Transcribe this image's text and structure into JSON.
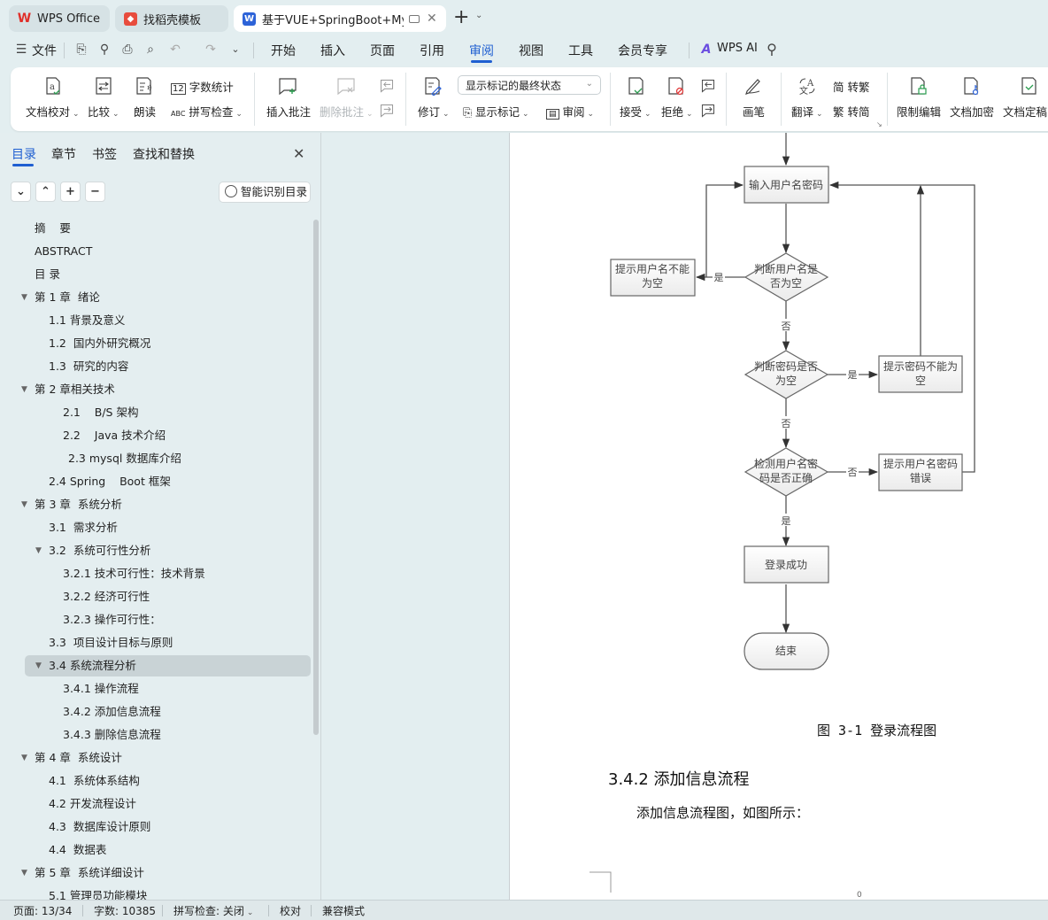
{
  "tabs": [
    {
      "label": "WPS Office",
      "icon": "wps-logo-icon",
      "active": false
    },
    {
      "label": "找稻壳模板",
      "icon": "docer-logo-icon",
      "active": false
    },
    {
      "label": "基于VUE+SpringBoot+MySC",
      "icon": "word-doc-icon",
      "active": true
    }
  ],
  "menu": {
    "file": "文件",
    "items": [
      "开始",
      "插入",
      "页面",
      "引用",
      "审阅",
      "视图",
      "工具",
      "会员专享"
    ],
    "active": "审阅",
    "ai": "WPS AI"
  },
  "ribbon": {
    "proofread": "文档校对",
    "compare": "比较",
    "read_aloud": "朗读",
    "word_count": "字数统计",
    "spell_check": "拼写检查",
    "insert_comment": "插入批注",
    "delete_comment": "删除批注",
    "track_changes": "修订",
    "markup_select": "显示标记的最终状态",
    "show_markup": "显示标记",
    "review_pane": "审阅",
    "accept": "接受",
    "reject": "拒绝",
    "ink": "画笔",
    "translate": "翻译",
    "to_traditional": "转繁",
    "to_simplified": "转简",
    "restrict_edit": "限制编辑",
    "encrypt": "文档加密",
    "finalize": "文档定稿"
  },
  "nav": {
    "tabs": [
      "目录",
      "章节",
      "书签",
      "查找和替换"
    ],
    "active_tab": "目录",
    "smart_toc": "智能识别目录",
    "toc": [
      {
        "label": "摘    要",
        "level": 0,
        "tri": false
      },
      {
        "label": "ABSTRACT",
        "level": 0,
        "tri": false
      },
      {
        "label": "目 录",
        "level": 0,
        "tri": false
      },
      {
        "label": "第 1 章  绪论",
        "level": 0,
        "tri": true
      },
      {
        "label": "1.1 背景及意义",
        "level": 1,
        "tri": false
      },
      {
        "label": "1.2  国内外研究概况",
        "level": 1,
        "tri": false
      },
      {
        "label": "1.3  研究的内容",
        "level": 1,
        "tri": false
      },
      {
        "label": "第 2 章相关技术",
        "level": 0,
        "tri": true
      },
      {
        "label": "2.1    B/S 架构",
        "level": 2,
        "tri": false
      },
      {
        "label": "2.2    Java 技术介绍",
        "level": 2,
        "tri": false
      },
      {
        "label": "2.3 mysql 数据库介绍",
        "level": 3,
        "tri": false
      },
      {
        "label": "2.4 Spring    Boot 框架",
        "level": 1,
        "tri": false
      },
      {
        "label": "第 3 章  系统分析",
        "level": 0,
        "tri": true
      },
      {
        "label": "3.1  需求分析",
        "level": 1,
        "tri": false
      },
      {
        "label": "3.2  系统可行性分析",
        "level": 1,
        "tri": true
      },
      {
        "label": "3.2.1 技术可行性：技术背景",
        "level": 2,
        "tri": false
      },
      {
        "label": "3.2.2 经济可行性",
        "level": 2,
        "tri": false
      },
      {
        "label": "3.2.3 操作可行性：",
        "level": 2,
        "tri": false
      },
      {
        "label": "3.3  项目设计目标与原则",
        "level": 1,
        "tri": false
      },
      {
        "label": "3.4 系统流程分析",
        "level": 1,
        "tri": true,
        "selected": true
      },
      {
        "label": "3.4.1 操作流程",
        "level": 2,
        "tri": false
      },
      {
        "label": "3.4.2 添加信息流程",
        "level": 2,
        "tri": false
      },
      {
        "label": "3.4.3 删除信息流程",
        "level": 2,
        "tri": false
      },
      {
        "label": "第 4 章  系统设计",
        "level": 0,
        "tri": true
      },
      {
        "label": "4.1  系统体系结构",
        "level": 1,
        "tri": false
      },
      {
        "label": "4.2 开发流程设计",
        "level": 1,
        "tri": false
      },
      {
        "label": "4.3  数据库设计原则",
        "level": 1,
        "tri": false
      },
      {
        "label": "4.4  数据表",
        "level": 1,
        "tri": false
      },
      {
        "label": "第 5 章  系统详细设计",
        "level": 0,
        "tri": true
      },
      {
        "label": "5.1 管理员功能模块",
        "level": 1,
        "tri": false
      }
    ]
  },
  "flowchart": {
    "input": "输入用户名密码",
    "check_user": [
      "判断用户名是",
      "否为空"
    ],
    "user_empty": [
      "提示用户名不能",
      "为空"
    ],
    "check_pwd": [
      "判断密码是否",
      "为空"
    ],
    "pwd_empty": [
      "提示密码不能为",
      "空"
    ],
    "verify": [
      "检测用户名密",
      "码是否正确"
    ],
    "wrong": [
      "提示用户名密码",
      "错误"
    ],
    "success": "登录成功",
    "end": "结束",
    "yes": "是",
    "no": "否"
  },
  "document": {
    "caption": "图 3-1 登录流程图",
    "heading": "3.4.2 添加信息流程",
    "paragraph": "添加信息流程图，如图所示：",
    "footer_mark": "0"
  },
  "status": {
    "page": "页面: 13/34",
    "words": "字数: 10385",
    "spell": "拼写检查: 关闭",
    "proof": "校对",
    "compat": "兼容模式"
  }
}
